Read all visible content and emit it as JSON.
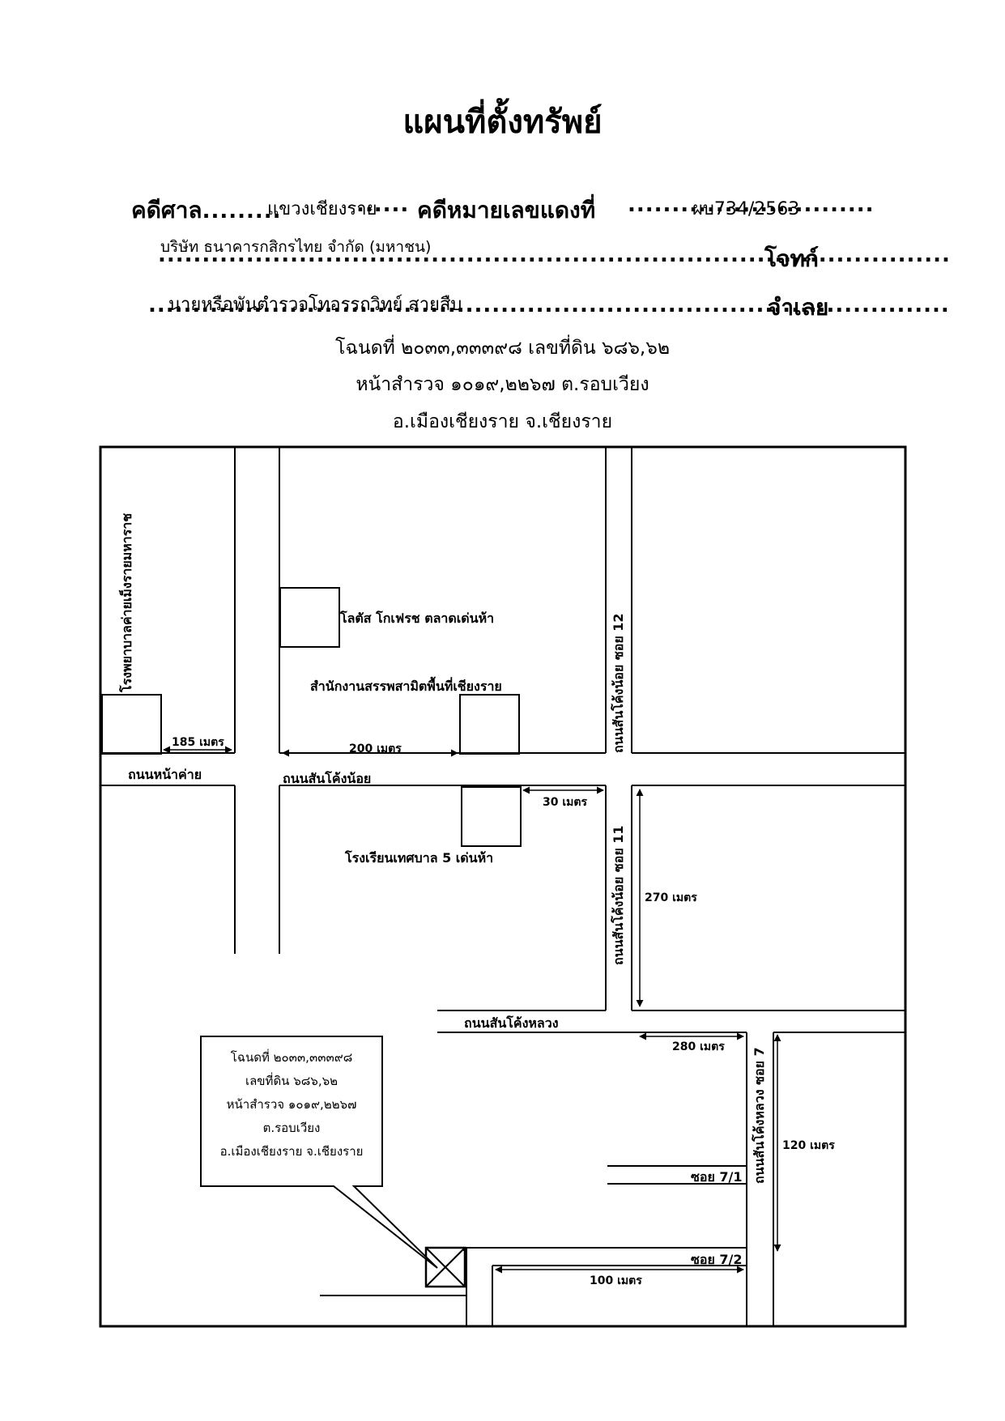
{
  "document": {
    "title": "แผนที่ตั้งทรัพย์",
    "court_label": "คดีศาล",
    "court_value": "แขวงเชียงราย",
    "case_label": "คดีหมายเลขแดงที่",
    "case_value": "ผบ734/2563",
    "plaintiff_value": "บริษัท ธนาคารกสิกรไทย จำกัด (มหาชน)",
    "plaintiff_label": "โจทก์",
    "defendant_value": "นายหรือพันตำรวจโทอรรถวิทย์ สายสืบ",
    "defendant_label": "จำเลย",
    "deed_lines": [
      "โฉนดที่ ๒๐๓๓,๓๓๓๙๘ เลขที่ดิน ๖๘๖,๖๒",
      "หน้าสำรวจ ๑๐๑๙,๒๒๖๗ ต.รอบเวียง",
      "อ.เมืองเชียงราย จ.เชียงราย"
    ]
  },
  "map": {
    "landmarks": {
      "hospital": "โรงพยาบาลค่ายเม็งรายมหาราช",
      "lotus": "โลตัส โกเฟรช ตลาดเด่นห้า",
      "excise": "สำนักงานสรรพสามิตพื้นที่เชียงราย",
      "school": "โรงเรียนเทศบาล 5 เด่นห้า"
    },
    "roads": {
      "na_khai": "ถนนหน้าค่าย",
      "san_khong_noi": "ถนนสันโค้งน้อย",
      "soi12": "ถนนสันโค้งน้อย ซอย 12",
      "soi11": "ถนนสันโค้งน้อย ซอย 11",
      "san_khong_luang": "ถนนสันโค้งหลวง",
      "soi7": "ถนนสันโค้งหลวง ซอย 7",
      "soi7_1": "ซอย 7/1",
      "soi7_2": "ซอย 7/2"
    },
    "distances": {
      "d185": "185 เมตร",
      "d200": "200 เมตร",
      "d30": "30 เมตร",
      "d270": "270 เมตร",
      "d280": "280 เมตร",
      "d120": "120 เมตร",
      "d100": "100 เมตร"
    },
    "callout_lines": [
      "โฉนดที่ ๒๐๓๓,๓๓๓๙๘",
      "เลขที่ดิน ๖๘๖,๖๒",
      "หน้าสำรวจ ๑๐๑๙,๒๒๖๗",
      "ต.รอบเวียง",
      "อ.เมืองเชียงราย จ.เชียงราย"
    ]
  }
}
